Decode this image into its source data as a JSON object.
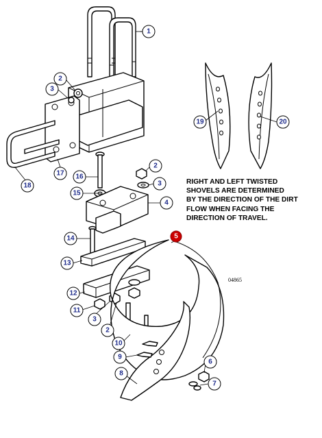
{
  "note": {
    "lines": [
      "RIGHT AND LEFT TWISTED",
      "SHOVELS ARE DETERMINED",
      "BY THE DIRECTION OF THE DIRT",
      "FLOW WHEN FACING THE",
      "DIRECTION OF TRAVEL."
    ]
  },
  "drawing_number": "04865",
  "callouts": [
    {
      "label": "1",
      "part": "u-bolt"
    },
    {
      "label": "2",
      "part": "nut"
    },
    {
      "label": "3",
      "part": "lock-washer"
    },
    {
      "label": "4",
      "part": "clamp-block"
    },
    {
      "label": "5",
      "part": "shank",
      "color": "#cc0000"
    },
    {
      "label": "6",
      "part": "nut"
    },
    {
      "label": "7",
      "part": "lock-washer"
    },
    {
      "label": "8",
      "part": "shovel"
    },
    {
      "label": "9",
      "part": "plow-bolt"
    },
    {
      "label": "10",
      "part": "u-bolt"
    },
    {
      "label": "11",
      "part": "nut"
    },
    {
      "label": "12",
      "part": "spacer-block"
    },
    {
      "label": "13",
      "part": "plate"
    },
    {
      "label": "14",
      "part": "bolt"
    },
    {
      "label": "15",
      "part": "nut"
    },
    {
      "label": "16",
      "part": "bolt"
    },
    {
      "label": "17",
      "part": "mounting-plate"
    },
    {
      "label": "18",
      "part": "u-bolt"
    },
    {
      "label": "19",
      "part": "left-twisted-shovel"
    },
    {
      "label": "20",
      "part": "right-twisted-shovel"
    }
  ],
  "colors": {
    "callout_text": "#1c2a8a",
    "highlight_callout": "#cc0000",
    "line": "#000000"
  }
}
